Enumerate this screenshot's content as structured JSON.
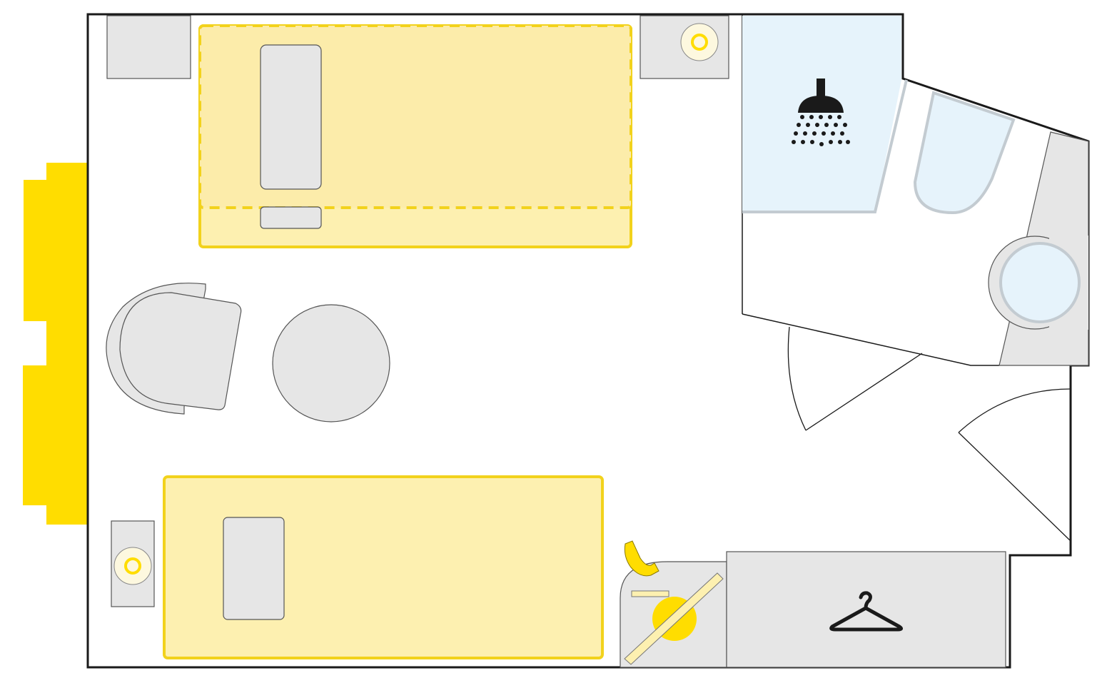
{
  "floorplan": {
    "colors": {
      "wall": "#1a1a1a",
      "background": "#ffffff",
      "window": "#ffdd00",
      "bed_fill": "#fdf0b0",
      "bed_stroke": "#f2d21c",
      "furniture_fill": "#e6e6e6",
      "furniture_stroke": "#555555",
      "shower_fill": "#e6f3fb",
      "fixture_stroke": "#c3cbd1",
      "icon": "#1a1a1a"
    },
    "icons": [
      "shower-icon",
      "coat-hanger-icon",
      "telephone-icon"
    ],
    "elements": [
      "window",
      "fixed-bed",
      "upper-berth",
      "nightstand-lamp",
      "armchair",
      "round-table",
      "shower",
      "toilet",
      "sink",
      "bathroom-door",
      "entrance-door",
      "wardrobe",
      "vanity-desk"
    ]
  }
}
